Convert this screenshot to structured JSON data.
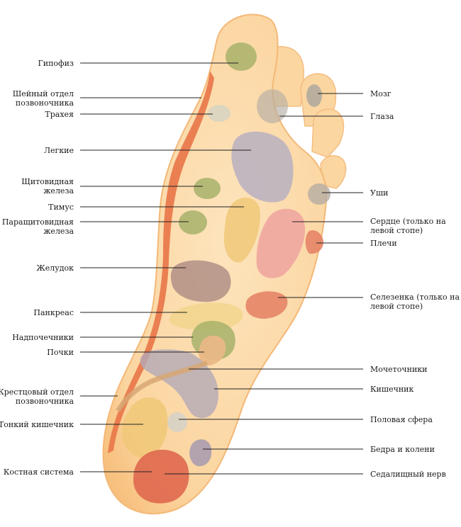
{
  "left_labels": [
    {
      "id": "gipofiz",
      "text": "Гипофиз"
    },
    {
      "id": "sheyny",
      "text": "Шейный отдел\nпозвоночника"
    },
    {
      "id": "traheya",
      "text": "Трахея"
    },
    {
      "id": "legkie",
      "text": "Легкие"
    },
    {
      "id": "shchitovidnaya",
      "text": "Щитовидная\nжелеза"
    },
    {
      "id": "timus",
      "text": "Тимус"
    },
    {
      "id": "parashchitovidnaya",
      "text": "Паращитовидная\nжелеза"
    },
    {
      "id": "zheludok",
      "text": "Желудок"
    },
    {
      "id": "pankreas",
      "text": "Панкреас"
    },
    {
      "id": "nadpochechniki",
      "text": "Надпочечники"
    },
    {
      "id": "pochki",
      "text": "Почки"
    },
    {
      "id": "kresttsovy",
      "text": "Крестцовый отдел\nпозвоночника"
    },
    {
      "id": "tonky",
      "text": "Тонкий кишечник"
    },
    {
      "id": "kostnaya",
      "text": "Костная система"
    }
  ],
  "right_labels": [
    {
      "id": "mozg",
      "text": "Мозг"
    },
    {
      "id": "glaza",
      "text": "Глаза"
    },
    {
      "id": "ushi",
      "text": "Уши"
    },
    {
      "id": "serdtse",
      "text": "Сердце (только на\nлевой стопе)"
    },
    {
      "id": "plechi",
      "text": "Плечи"
    },
    {
      "id": "selezenka",
      "text": "Селезенка (только на\nлевой стопе)"
    },
    {
      "id": "mochetochniki",
      "text": "Мочеточники"
    },
    {
      "id": "kishechnik",
      "text": "Кишечник"
    },
    {
      "id": "polovaya",
      "text": "Половая сфера"
    },
    {
      "id": "bedra",
      "text": "Бедра и колени"
    },
    {
      "id": "sedalishchny",
      "text": "Седалищный нерв"
    }
  ],
  "colors": {
    "foot_skin": "#fbd9a7",
    "foot_edge": "#f6b872",
    "spine": "#e8774a",
    "green_zone": "#a7b26a",
    "gray_zone": "#b3a9a3",
    "lavender_zone": "#bcb2c0",
    "yellow_zone": "#f0c878",
    "pink_zone": "#f0a6a0",
    "orange_zone": "#e68466",
    "red_zone": "#df6a4f",
    "brown_zone": "#b08f86",
    "leader_line": "#222222"
  }
}
